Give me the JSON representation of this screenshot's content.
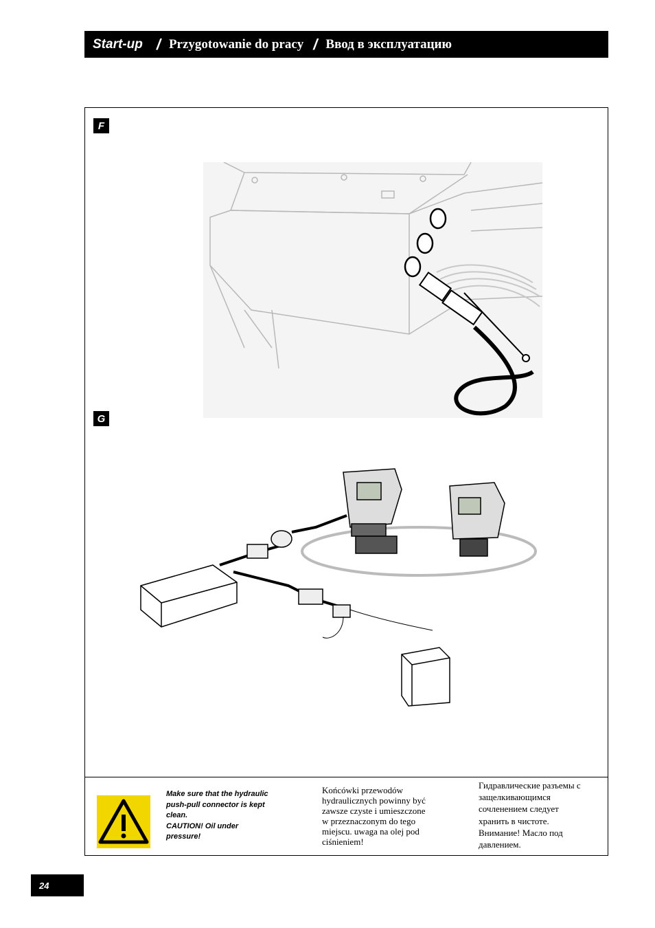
{
  "header": {
    "title_en": "Start-up",
    "separator": "/",
    "title_pl": "Przygotowanie do pracy",
    "title_ru": "Ввод в эксплуатацию"
  },
  "figures": [
    {
      "label": "F",
      "icon": "hydraulic-connector-illustration"
    },
    {
      "label": "G",
      "icon": "control-box-wiring-illustration"
    }
  ],
  "warning": {
    "icon": "warning-triangle-icon",
    "color": "#f2d600",
    "text_en": "Make sure that the hydraulic\npush-pull connector is kept\nclean.\nCAUTION! Oil under\npressure!",
    "text_pl": "Końcówki przewodów\nhydraulicznych powinny być\nzawsze czyste i umieszczone\nw przeznaczonym do tego\nmiejscu. uwaga na olej pod\nciśnieniem!",
    "text_ru": "Гидравлические разъемы с\nзащелкивающимся\nсочленением следует\nхранить в чистоте.\nВнимание! Масло под\nдавлением."
  },
  "page_number": "24"
}
